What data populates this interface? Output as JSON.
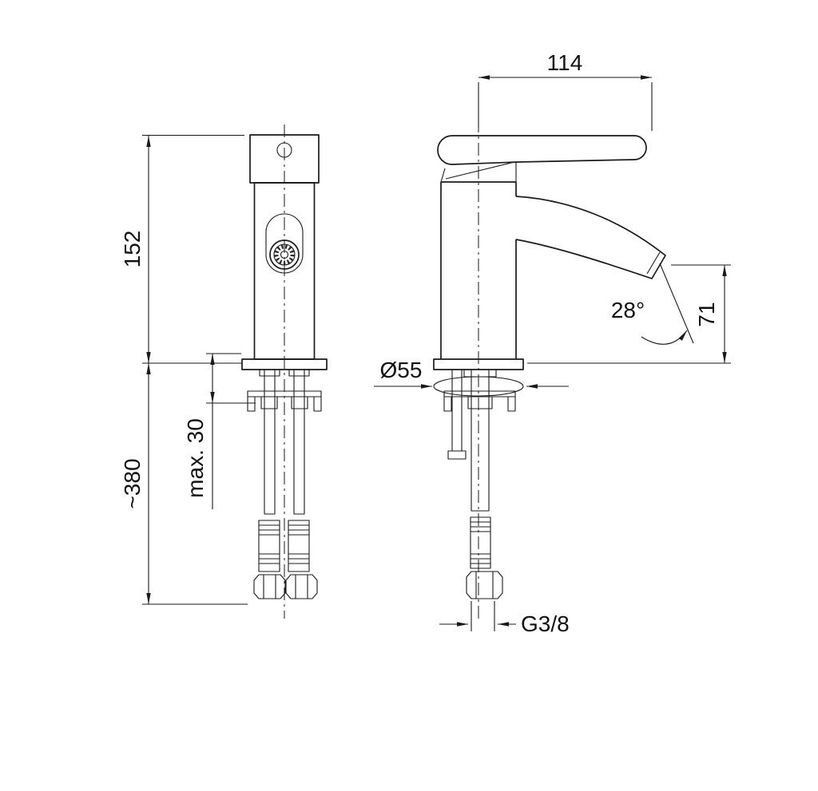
{
  "colors": {
    "line": "#1a1a1a",
    "background": "#ffffff"
  },
  "drawing": {
    "labels": {
      "height_total": "152",
      "height_below_deck": "~380",
      "max_deck_thickness": "max. 30",
      "reach": "114",
      "outlet_height": "71",
      "outlet_angle": "28°",
      "base_diameter": "Ø55",
      "connection_thread": "G3/8"
    }
  }
}
